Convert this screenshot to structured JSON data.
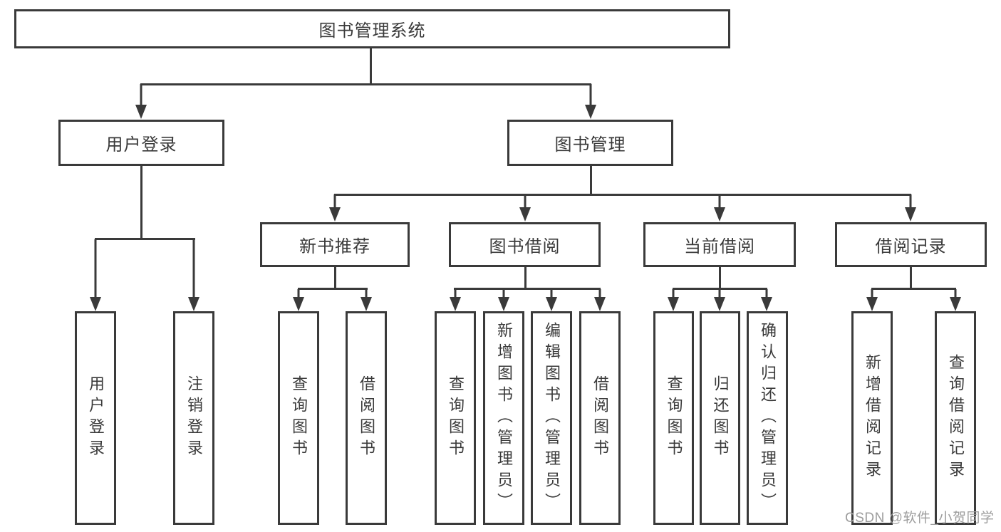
{
  "tree": {
    "root": {
      "label": "图书管理系统"
    },
    "user_login": {
      "label": "用户登录",
      "children": [
        {
          "label": "用户登录"
        },
        {
          "label": "注销登录"
        }
      ]
    },
    "book_management": {
      "label": "图书管理",
      "groups": [
        {
          "label": "新书推荐",
          "children": [
            {
              "label": "查询图书"
            },
            {
              "label": "借阅图书"
            }
          ]
        },
        {
          "label": "图书借阅",
          "children": [
            {
              "label": "查询图书"
            },
            {
              "label": "新增图书（管理员）"
            },
            {
              "label": "编辑图书（管理员）"
            },
            {
              "label": "借阅图书"
            }
          ]
        },
        {
          "label": "当前借阅",
          "children": [
            {
              "label": "查询图书"
            },
            {
              "label": "归还图书"
            },
            {
              "label": "确认归还（管理员）"
            }
          ]
        },
        {
          "label": "借阅记录",
          "children": [
            {
              "label": "新增借阅记录"
            },
            {
              "label": "查询借阅记录"
            }
          ]
        }
      ]
    }
  },
  "watermark": {
    "text": "CSDN @软件_小贺同学"
  },
  "colors": {
    "line": "#3a3a3a",
    "text": "#3a3a3a",
    "background": "#ffffff",
    "watermark": "#9d9d9d"
  }
}
